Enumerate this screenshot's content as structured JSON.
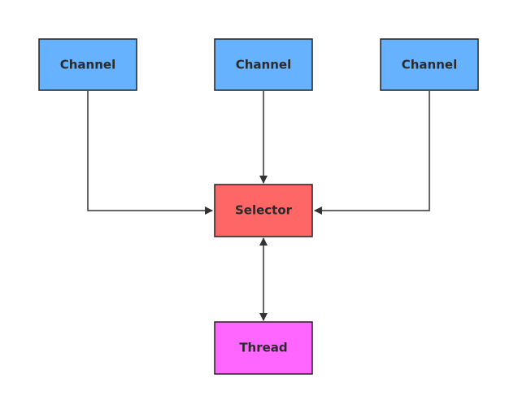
{
  "nodes": {
    "channel_left": {
      "label": "Channel",
      "color": "#66b2ff"
    },
    "channel_center": {
      "label": "Channel",
      "color": "#66b2ff"
    },
    "channel_right": {
      "label": "Channel",
      "color": "#66b2ff"
    },
    "selector": {
      "label": "Selector",
      "color": "#ff6666"
    },
    "thread": {
      "label": "Thread",
      "color": "#ff66ff"
    }
  },
  "edges": [
    {
      "from": "channel_left",
      "to": "selector",
      "direction": "forward"
    },
    {
      "from": "channel_center",
      "to": "selector",
      "direction": "forward"
    },
    {
      "from": "channel_right",
      "to": "selector",
      "direction": "forward"
    },
    {
      "from": "selector",
      "to": "thread",
      "direction": "both"
    }
  ]
}
